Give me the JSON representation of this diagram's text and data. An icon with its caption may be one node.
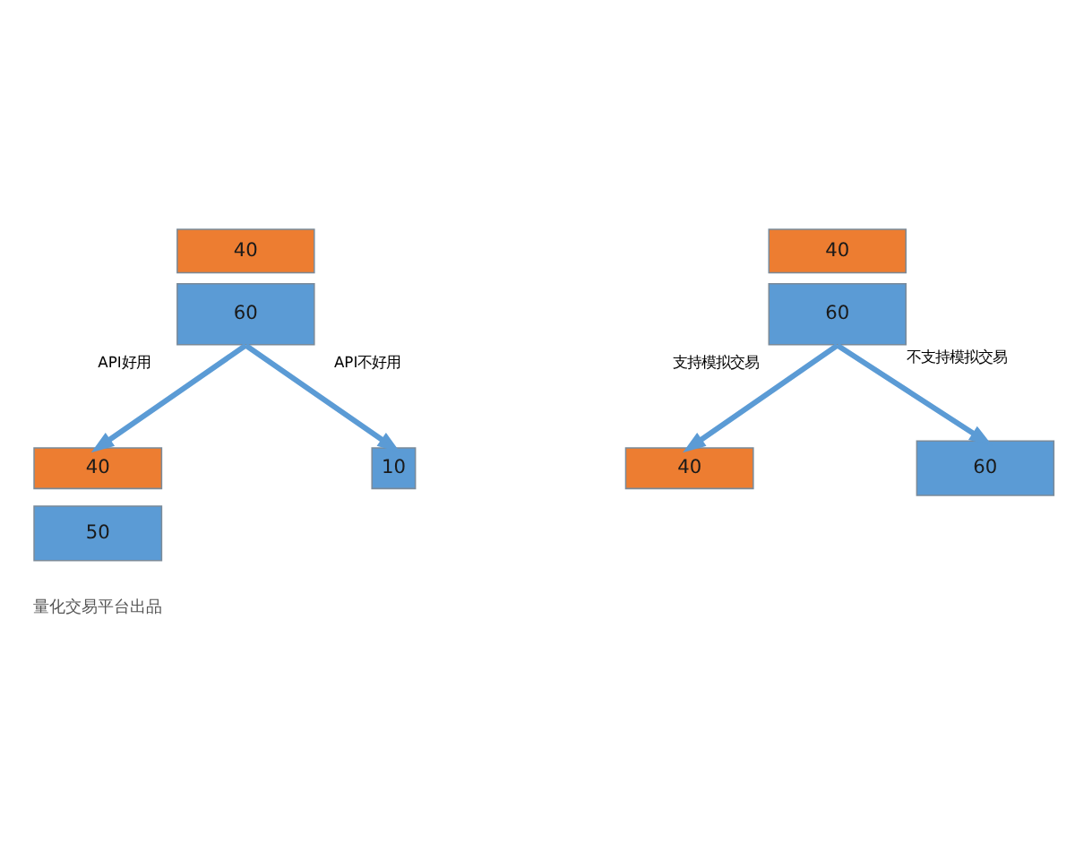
{
  "diagram": {
    "nodes": [
      {
        "text": [
          "40"
        ]
      },
      {
        "text": [
          "60"
        ]
      },
      {
        "text": [
          "40"
        ]
      },
      {
        "text": [
          "60"
        ]
      },
      {
        "text": [
          "40"
        ]
      },
      {
        "text": [
          "50"
        ]
      },
      {
        "text": [
          "10"
        ]
      },
      {
        "text": [
          "40"
        ]
      },
      {
        "text": [
          "60"
        ]
      }
    ],
    "edges": [
      {
        "from": 1,
        "to": 4,
        "arrow": "to",
        "label": "API好用"
      },
      {
        "from": 1,
        "to": 6,
        "arrow": "to",
        "label": "API不好用"
      },
      {
        "from": 3,
        "to": 7,
        "arrow": "to",
        "label": "支持模拟交易"
      },
      {
        "from": 3,
        "to": 8,
        "arrow": "to",
        "label": "不支持模拟交易"
      }
    ],
    "labels": [
      "量化交易平台出品"
    ]
  }
}
